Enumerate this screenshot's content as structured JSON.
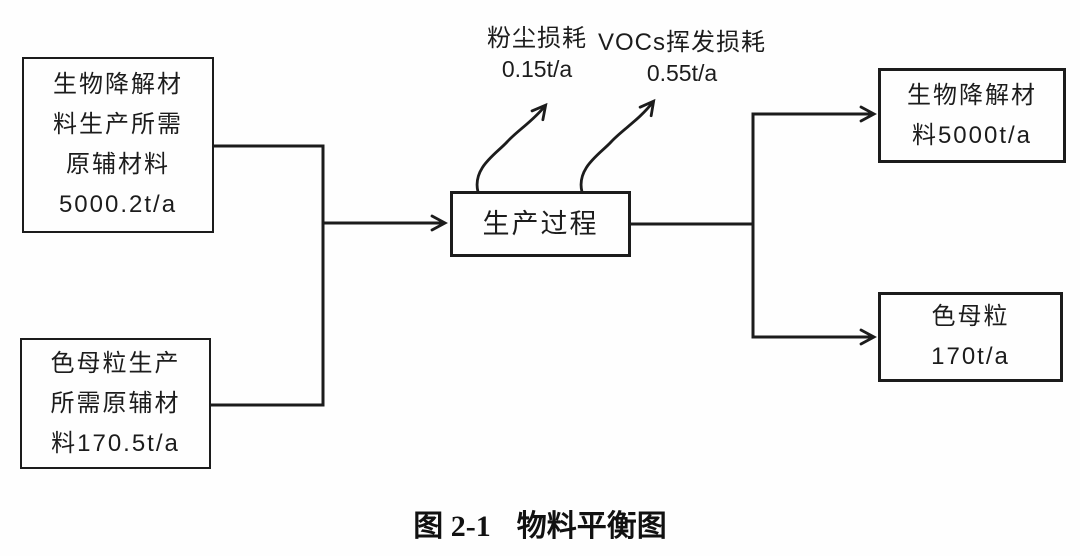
{
  "diagram": {
    "background": "#fefefe",
    "line_color": "#1c1c1c",
    "text_color": "#1c1c1c",
    "inputs": [
      {
        "lines": [
          "生物降解材",
          "料生产所需",
          "原辅材料",
          "5000.2t/a"
        ]
      },
      {
        "lines": [
          "色母粒生产",
          "所需原辅材",
          "料170.5t/a"
        ]
      }
    ],
    "process": {
      "label": "生产过程"
    },
    "losses": [
      {
        "name": "粉尘损耗",
        "value": "0.15t/a"
      },
      {
        "name": "VOCs挥发损耗",
        "value": "0.55t/a"
      }
    ],
    "outputs": [
      {
        "lines": [
          "生物降解材",
          "料5000t/a"
        ]
      },
      {
        "lines": [
          "色母粒",
          "170t/a"
        ]
      }
    ],
    "caption": {
      "number": "图 2-1",
      "title": "物料平衡图"
    }
  }
}
